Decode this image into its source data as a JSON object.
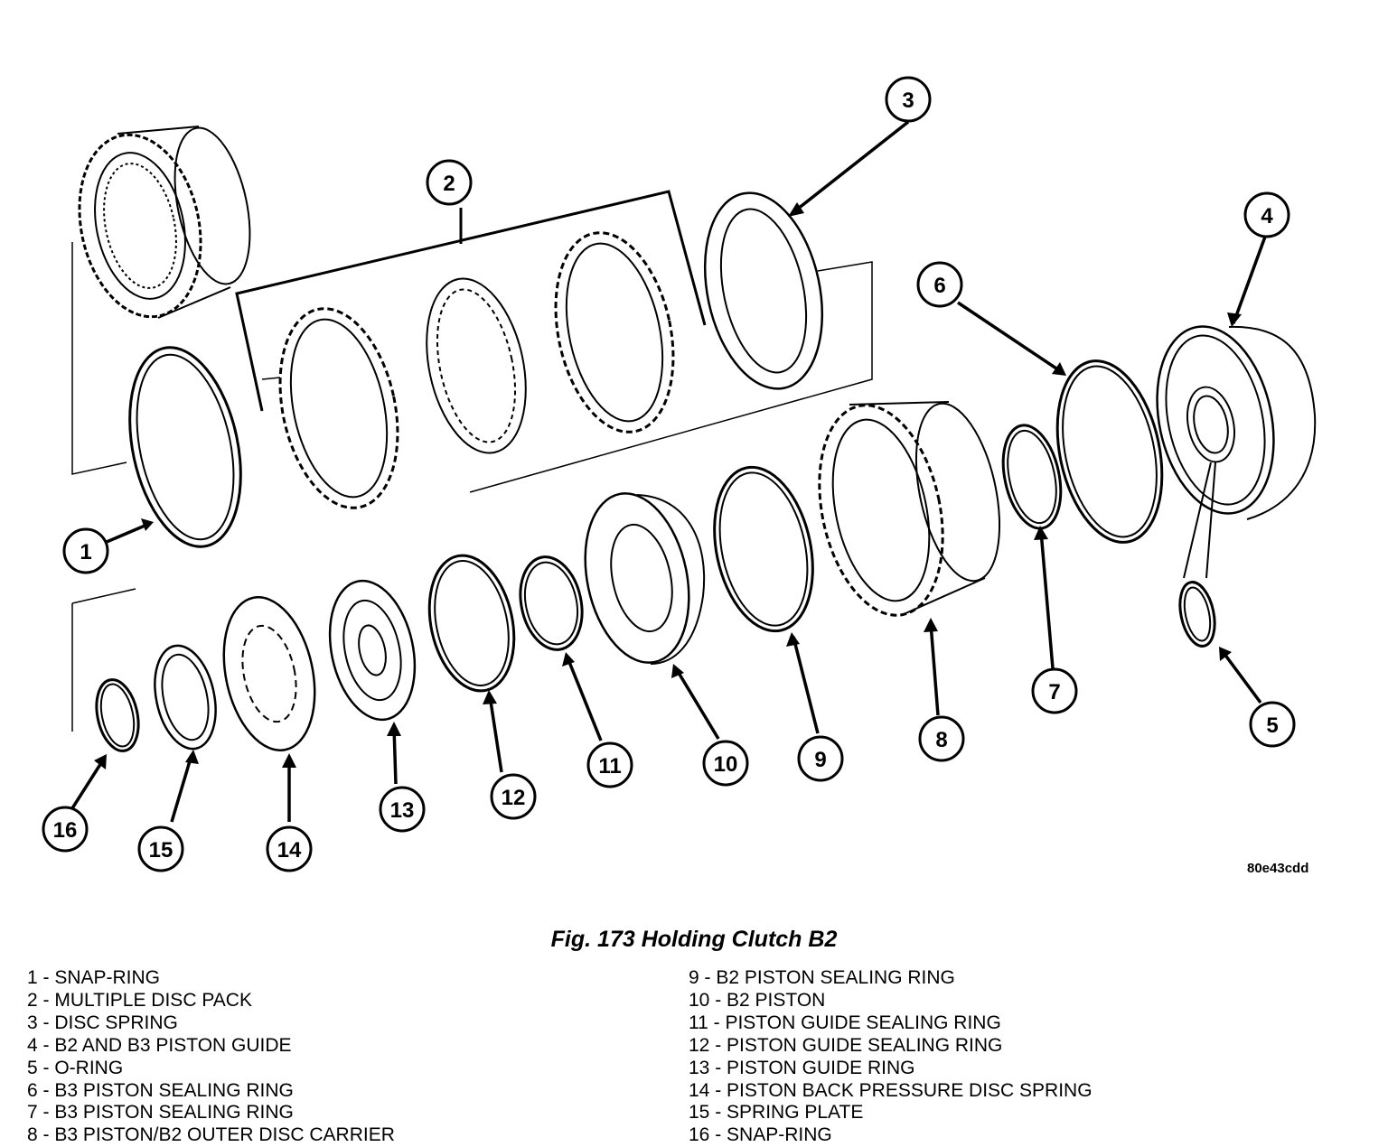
{
  "figure": {
    "reference_code": "80e43cdd",
    "caption": "Fig. 173 Holding Clutch B2"
  },
  "callouts": [
    {
      "id": "1",
      "label": "1"
    },
    {
      "id": "2",
      "label": "2"
    },
    {
      "id": "3",
      "label": "3"
    },
    {
      "id": "4",
      "label": "4"
    },
    {
      "id": "5",
      "label": "5"
    },
    {
      "id": "6",
      "label": "6"
    },
    {
      "id": "7",
      "label": "7"
    },
    {
      "id": "8",
      "label": "8"
    },
    {
      "id": "9",
      "label": "9"
    },
    {
      "id": "10",
      "label": "10"
    },
    {
      "id": "11",
      "label": "11"
    },
    {
      "id": "12",
      "label": "12"
    },
    {
      "id": "13",
      "label": "13"
    },
    {
      "id": "14",
      "label": "14"
    },
    {
      "id": "15",
      "label": "15"
    },
    {
      "id": "16",
      "label": "16"
    }
  ],
  "legend": {
    "left": [
      "1 - SNAP-RING",
      "2 - MULTIPLE DISC PACK",
      "3 - DISC SPRING",
      "4 - B2 AND B3 PISTON GUIDE",
      "5 - O-RING",
      "6 - B3 PISTON SEALING RING",
      "7 - B3 PISTON SEALING RING",
      "8 - B3 PISTON/B2 OUTER DISC CARRIER"
    ],
    "right": [
      "9 - B2 PISTON SEALING RING",
      "10 - B2 PISTON",
      "11 - PISTON GUIDE SEALING RING",
      "12 - PISTON GUIDE SEALING RING",
      "13 - PISTON GUIDE RING",
      "14 - PISTON BACK PRESSURE DISC SPRING",
      "15 - SPRING PLATE",
      "16 - SNAP-RING"
    ]
  }
}
